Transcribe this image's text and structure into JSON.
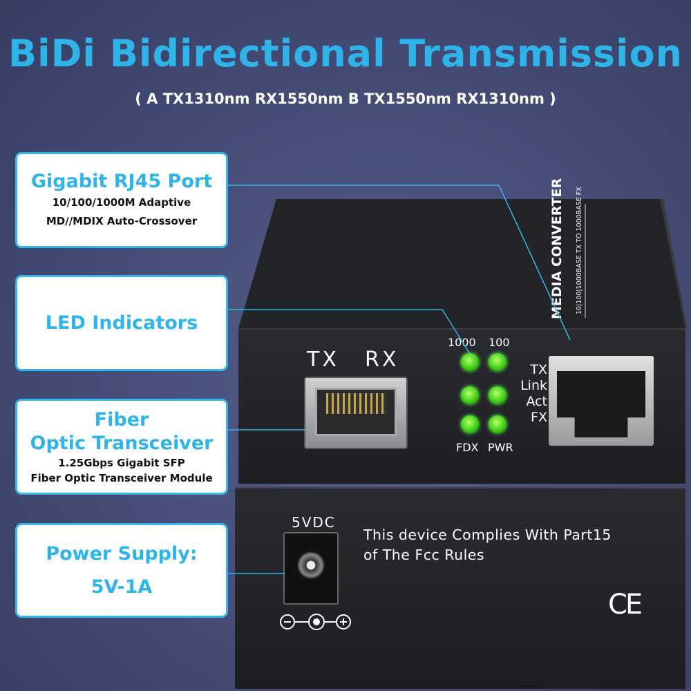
{
  "header": {
    "title": "BiDi Bidirectional Transmission",
    "subtitle": "( A TX1310nm RX1550nm B TX1550nm RX1310nm )"
  },
  "callouts": [
    {
      "heading": "Gigabit RJ45 Port",
      "lines": [
        "10/100/1000M Adaptive",
        "MD//MDIX Auto-Crossover"
      ]
    },
    {
      "heading": "LED Indicators",
      "lines": []
    },
    {
      "heading": "Fiber",
      "heading2": "Optic Transceiver",
      "lines": [
        "1.25Gbps Gigabit SFP",
        "Fiber Optic Transceiver Module"
      ]
    },
    {
      "heading": "Power Supply:",
      "heading2": "5V-1A",
      "lines": []
    }
  ],
  "device": {
    "top_label": "MEDIA CONVERTER",
    "top_sublabel": "10|100|1000BASE TX TO 1000BASE FX",
    "sfp_tx": "TX",
    "sfp_rx": "RX",
    "led_labels": {
      "top_left": "1000",
      "top_right": "100",
      "bottom_left": "FDX",
      "bottom_right": "PWR"
    },
    "rj45_labels": [
      "TX",
      "Link",
      "Act",
      "FX"
    ],
    "led_color": "#3fd016",
    "power_label": "5VDC",
    "polarity": [
      "-",
      "+"
    ],
    "fcc_text": [
      "This device Complies With Part15",
      "of The Fcc Rules"
    ],
    "ce_mark": "CE"
  },
  "colors": {
    "accent": "#2fb4ea",
    "background": "#474f7a"
  }
}
